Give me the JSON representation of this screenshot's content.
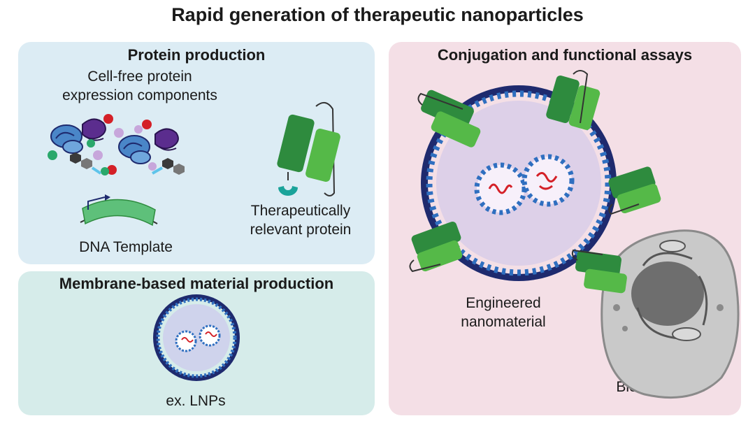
{
  "title": "Rapid generation of therapeutic nanoparticles",
  "protein_panel": {
    "title": "Protein production",
    "cellfree_line1": "Cell-free protein",
    "cellfree_line2": "expression components",
    "dna_label": "DNA Template",
    "therapeutic_line1": "Therapeutically",
    "therapeutic_line2": "relevant protein"
  },
  "membrane_panel": {
    "title": "Membrane-based material production",
    "lnp_label": "ex. LNPs"
  },
  "conj_panel": {
    "title": "Conjugation and functional assays",
    "nano_line1": "Engineered",
    "nano_line2": "nanomaterial",
    "cell_label": "Biological cell"
  },
  "colors": {
    "green_dark": "#2e8b3e",
    "green_light": "#55b948",
    "lipid_blue": "#2f6fc0",
    "tail_navy": "#1e2a6e",
    "rna_red": "#d42027",
    "ribosome_blue": "#4a86c8",
    "protein_purple": "#5b2d8e",
    "cell_gray": "#c9c9c9"
  }
}
